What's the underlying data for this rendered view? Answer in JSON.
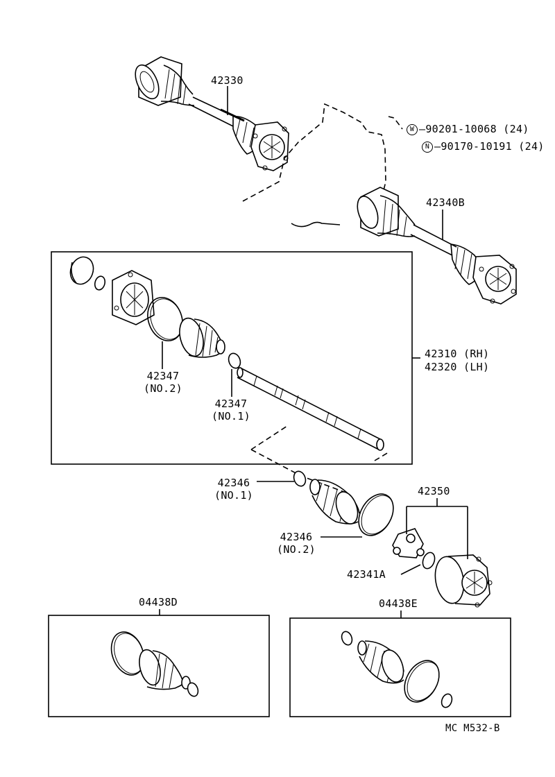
{
  "labels": {
    "part_42330": "42330",
    "washer_mark": "W",
    "washer_text": "—90201-10068 (24)",
    "nut_mark": "N",
    "nut_text": "—90170-10191 (24)",
    "part_42340B": "42340B",
    "part_42310": "42310 (RH)",
    "part_42320": "42320 (LH)",
    "part_42347_no2": "42347",
    "part_42347_no2_sub": "(NO.2)",
    "part_42347_no1": "42347",
    "part_42347_no1_sub": "(NO.1)",
    "part_42346_no1": "42346",
    "part_42346_no1_sub": "(NO.1)",
    "part_42350": "42350",
    "part_42346_no2": "42346",
    "part_42346_no2_sub": "(NO.2)",
    "part_42341A": "42341A",
    "part_04438D": "04438D",
    "part_04438E": "04438E",
    "diagram_code": "MC M532-B"
  }
}
